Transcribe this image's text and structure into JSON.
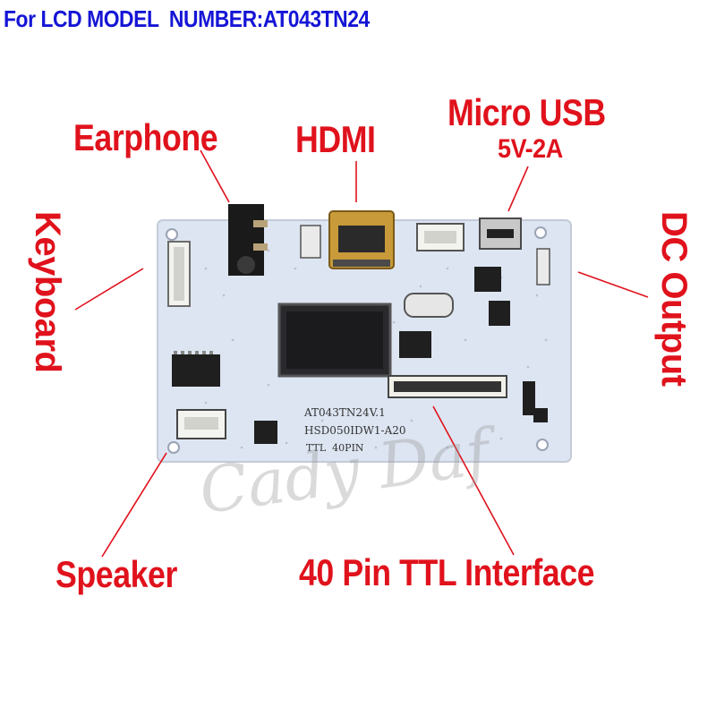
{
  "header": {
    "title": "For LCD MODEL  NUMBER:AT043TN24"
  },
  "labels": {
    "earphone": "Earphone",
    "hdmi": "HDMI",
    "micro_usb": "Micro USB",
    "power_spec": "5V-2A",
    "keyboard": "Keyboard",
    "dc_output": "DC Output",
    "speaker": "Speaker",
    "ttl_interface": "40 Pin TTL Interface"
  },
  "board": {
    "silkscreen_line1": "AT043TN24V.1",
    "silkscreen_line2": "HSD050IDW1-A20",
    "silkscreen_line3": "TTL  40PIN"
  },
  "watermark": "Cady Daf",
  "colors": {
    "title": "#1515d6",
    "label": "#e0121c",
    "board": "#dfe6f3"
  }
}
